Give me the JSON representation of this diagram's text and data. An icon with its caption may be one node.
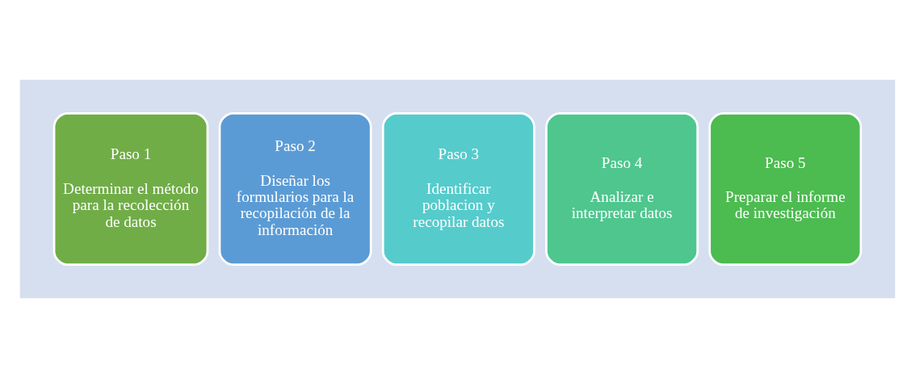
{
  "diagram": {
    "nodes": [
      {
        "text": [],
        "shape": "arrow"
      },
      {
        "text": [
          "Paso 1",
          "Determinar el método para la recolección de datos"
        ],
        "in": 0
      },
      {
        "text": [
          "Paso 2",
          "Diseñar los formularios para la recopilación de la información"
        ],
        "in": 0
      },
      {
        "text": [
          "Paso 3",
          "Identificar poblacion y recopilar datos"
        ],
        "in": 0
      },
      {
        "text": [
          "Paso 4",
          "Analizar e interpretar datos"
        ],
        "in": 0
      },
      {
        "text": [
          "Paso 5",
          "Preparar el informe de investigación"
        ],
        "in": 0
      }
    ],
    "edges": []
  }
}
